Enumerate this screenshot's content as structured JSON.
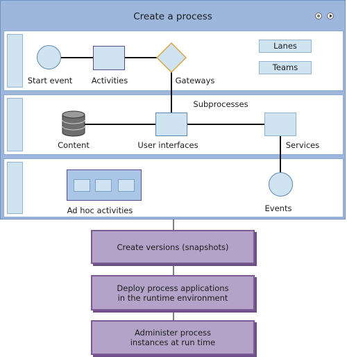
{
  "title": "Create a process",
  "lane1": {
    "start_event": "Start event",
    "activities": "Activities",
    "gateways": "Gateways",
    "lanes": "Lanes",
    "teams": "Teams"
  },
  "lane2": {
    "subprocesses": "Subprocesses",
    "content": "Content",
    "user_interfaces": "User interfaces",
    "services": "Services"
  },
  "lane3": {
    "ad_hoc": "Ad hoc activities",
    "events": "Events"
  },
  "steps": [
    "Create versions (snapshots)",
    "Deploy process applications\nin the runtime environment",
    "Administer process\ninstances at run time"
  ],
  "icons": {
    "settings": "gear-icon",
    "play": "play-icon"
  }
}
